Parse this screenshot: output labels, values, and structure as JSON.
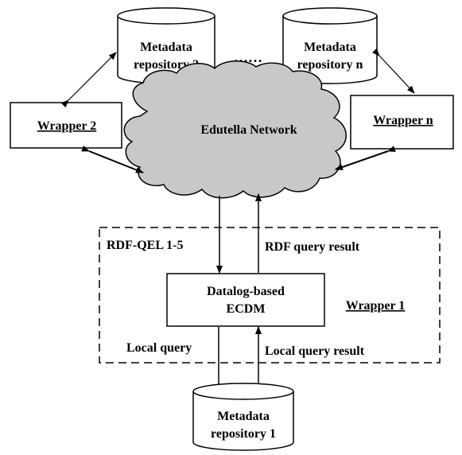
{
  "repositories": {
    "repo2": {
      "line1": "Metadata",
      "line2": "repository 2"
    },
    "repon": {
      "line1": "Metadata",
      "line2": "repository n"
    },
    "repo1": {
      "line1": "Metadata",
      "line2": "repository 1"
    }
  },
  "ellipsis": "……",
  "wrappers": {
    "wrapper2": "Wrapper 2",
    "wrappern": "Wrapper n",
    "wrapper1": "Wrapper 1"
  },
  "network_label": "Edutella Network",
  "ecdm": {
    "line1": "Datalog-based",
    "line2": "ECDM"
  },
  "edge_labels": {
    "rdf_qel": "RDF-QEL 1-5",
    "rdf_result": "RDF query result",
    "local_query": "Local query",
    "local_result": "Local query result"
  }
}
